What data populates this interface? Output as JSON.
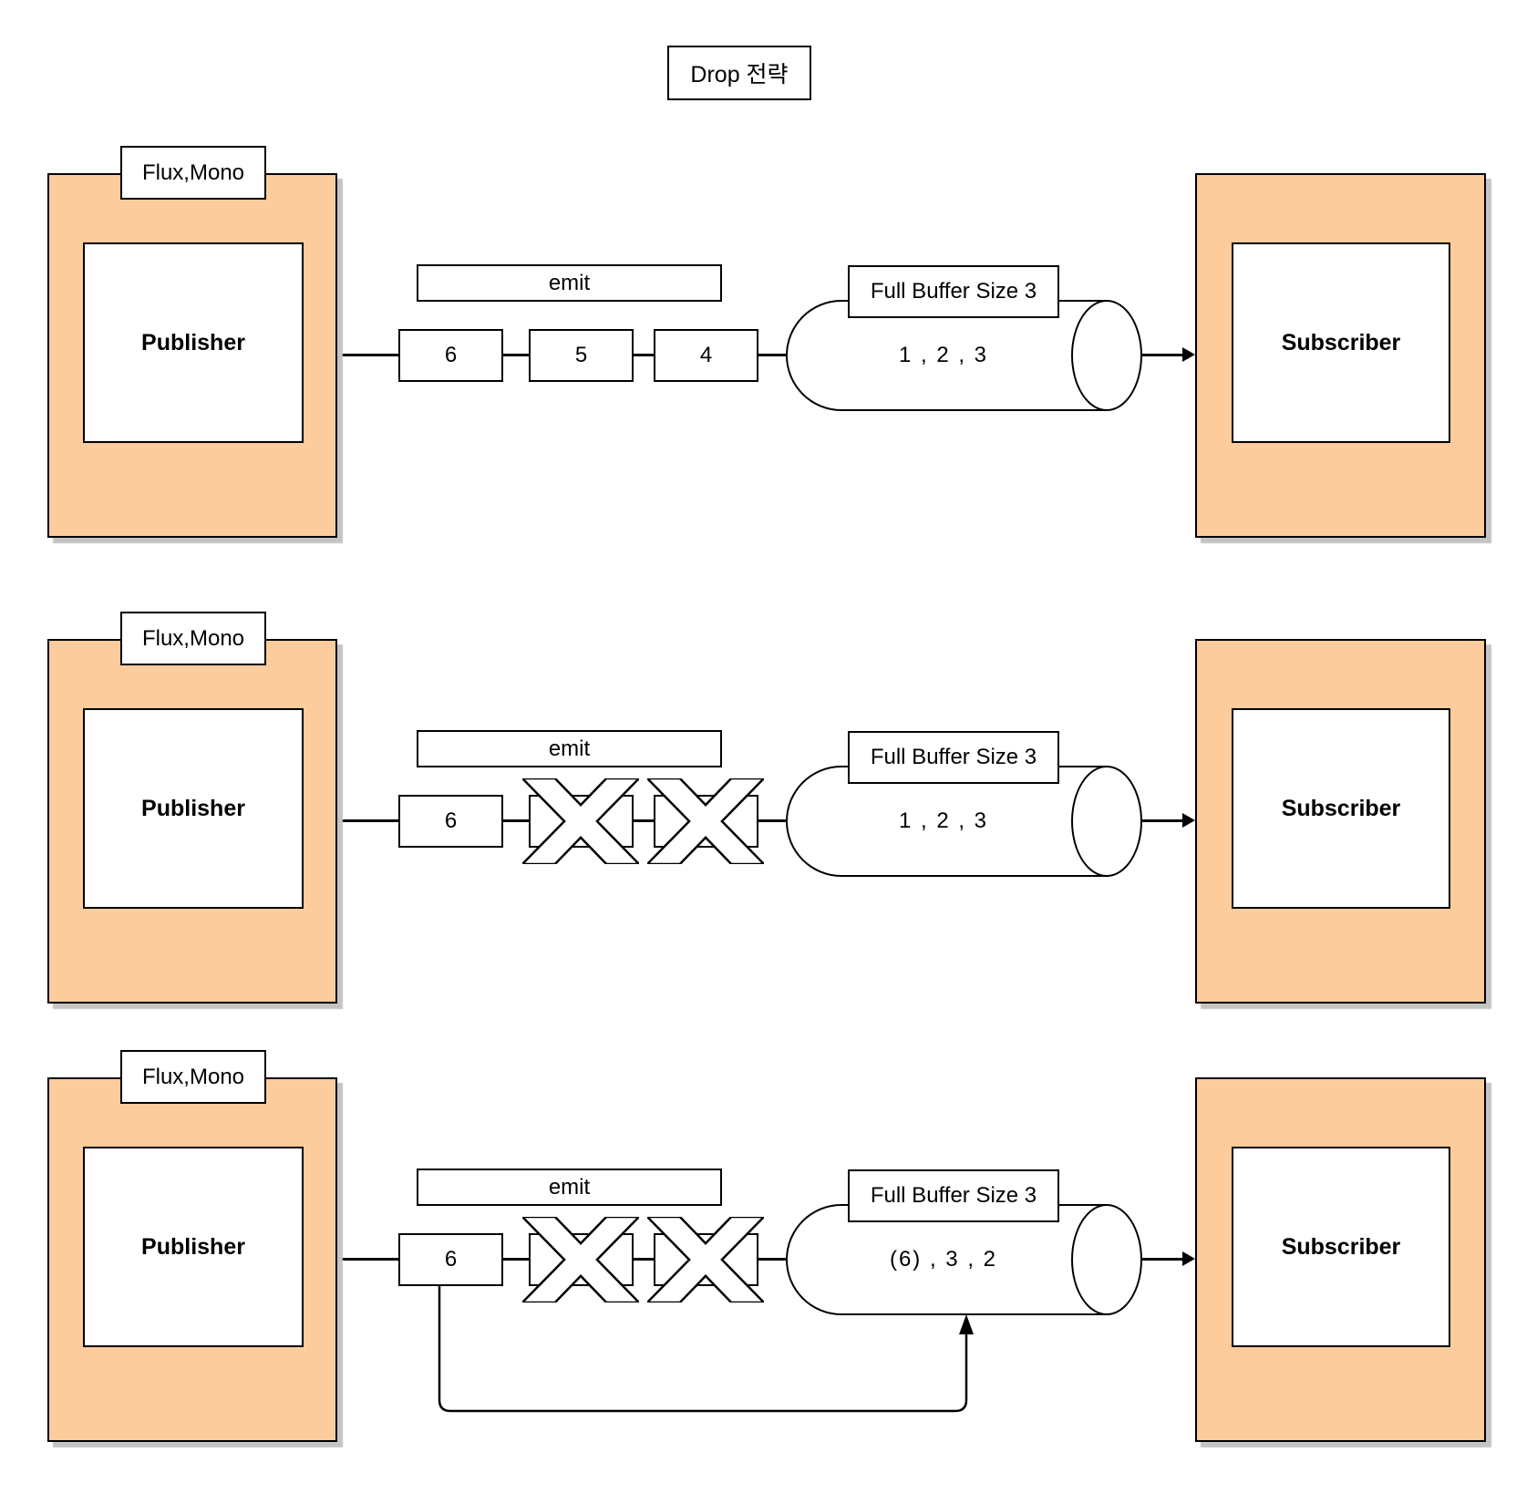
{
  "title": "Drop 전략",
  "colors": {
    "node_fill": "#FCCC9D",
    "stroke": "#000000",
    "shadow": "#C4C4C4",
    "background": "#FFFFFF"
  },
  "rows": [
    {
      "flux_label": "Flux,Mono",
      "publisher_label": "Publisher",
      "emit_label": "emit",
      "queue": [
        "6",
        "5",
        "4"
      ],
      "dropped_slots": 0,
      "buffer_title": "Full Buffer Size 3",
      "buffer_content": "1 ,  2 , 3",
      "subscriber_label": "Subscriber",
      "overflow_feedback_arrow": false
    },
    {
      "flux_label": "Flux,Mono",
      "publisher_label": "Publisher",
      "emit_label": "emit",
      "queue": [
        "6"
      ],
      "dropped_slots": 2,
      "buffer_title": "Full Buffer Size 3",
      "buffer_content": "1 ,  2 , 3",
      "subscriber_label": "Subscriber",
      "overflow_feedback_arrow": false
    },
    {
      "flux_label": "Flux,Mono",
      "publisher_label": "Publisher",
      "emit_label": "emit",
      "queue": [
        "6"
      ],
      "dropped_slots": 2,
      "buffer_title": "Full Buffer Size 3",
      "buffer_content": "(6) ,  3 ,  2",
      "subscriber_label": "Subscriber",
      "overflow_feedback_arrow": true
    }
  ]
}
